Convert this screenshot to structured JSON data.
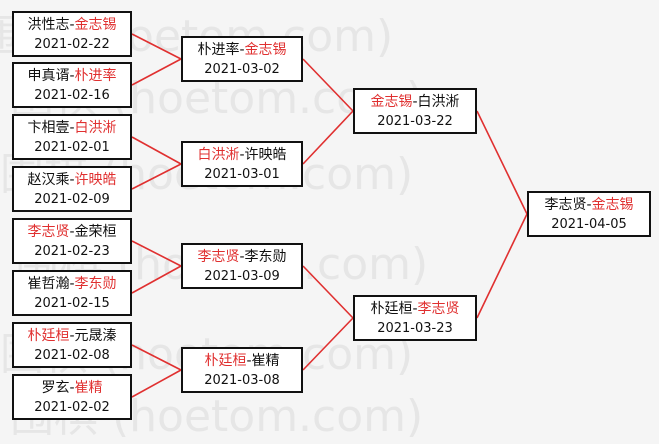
{
  "colors": {
    "winner": "#e03030",
    "line": "#e03030",
    "box_border": "#111111",
    "text": "#111111",
    "watermark": "#e6e6e6"
  },
  "watermark": "围棋 (hoetom.com)",
  "rounds": {
    "r1": [
      {
        "p1": "洪性志",
        "p2": "金志锡",
        "winner": 2,
        "date": "2021-02-22"
      },
      {
        "p1": "申真谞",
        "p2": "朴进率",
        "winner": 2,
        "date": "2021-02-16"
      },
      {
        "p1": "卞相壹",
        "p2": "白洪淅",
        "winner": 2,
        "date": "2021-02-01"
      },
      {
        "p1": "赵汉乘",
        "p2": "许映皓",
        "winner": 2,
        "date": "2021-02-09"
      },
      {
        "p1": "李志贤",
        "p2": "金荣桓",
        "winner": 1,
        "date": "2021-02-23"
      },
      {
        "p1": "崔哲瀚",
        "p2": "李东勋",
        "winner": 2,
        "date": "2021-02-15"
      },
      {
        "p1": "朴廷桓",
        "p2": "元晟溱",
        "winner": 1,
        "date": "2021-02-08"
      },
      {
        "p1": "罗玄",
        "p2": "崔精",
        "winner": 2,
        "date": "2021-02-02"
      }
    ],
    "r2": [
      {
        "p1": "朴进率",
        "p2": "金志锡",
        "winner": 2,
        "date": "2021-03-02"
      },
      {
        "p1": "白洪淅",
        "p2": "许映皓",
        "winner": 1,
        "date": "2021-03-01"
      },
      {
        "p1": "李志贤",
        "p2": "李东勋",
        "winner": 1,
        "date": "2021-03-09"
      },
      {
        "p1": "朴廷桓",
        "p2": "崔精",
        "winner": 1,
        "date": "2021-03-08"
      }
    ],
    "r3": [
      {
        "p1": "金志锡",
        "p2": "白洪淅",
        "winner": 1,
        "date": "2021-03-22"
      },
      {
        "p1": "朴廷桓",
        "p2": "李志贤",
        "winner": 2,
        "date": "2021-03-23"
      }
    ],
    "r4": [
      {
        "p1": "李志贤",
        "p2": "金志锡",
        "winner": 2,
        "date": "2021-04-05"
      }
    ]
  }
}
